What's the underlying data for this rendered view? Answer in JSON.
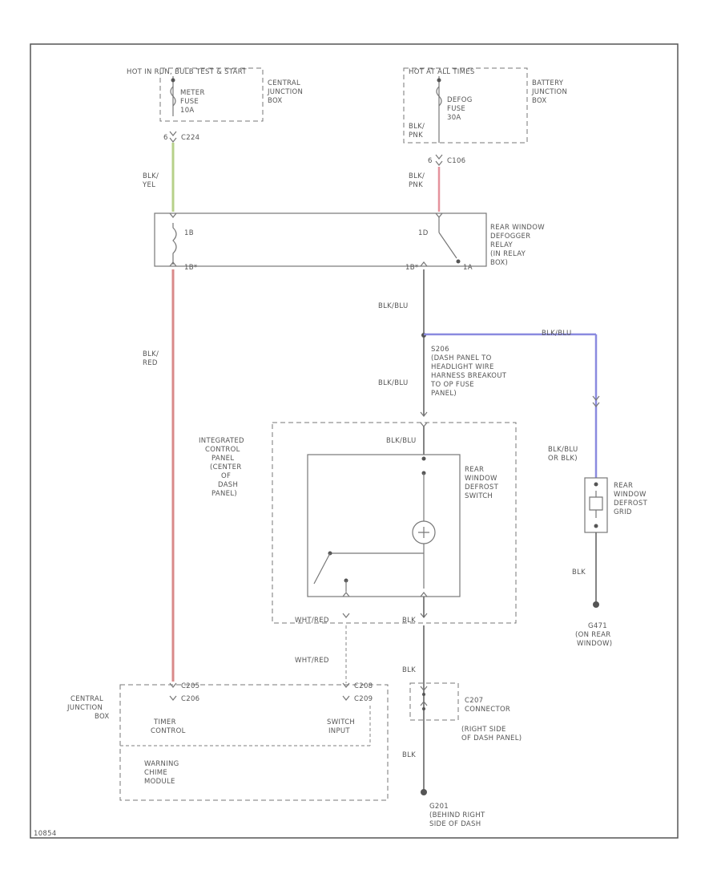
{
  "diagram_code": "10854",
  "sources": {
    "left_hot": "HOT IN RUN, BULB TEST & START",
    "right_hot": "HOT AT ALL TIMES"
  },
  "fuses": {
    "meter": [
      "METER",
      "FUSE",
      "10A"
    ],
    "defog": [
      "DEFOG",
      "FUSE",
      "30A"
    ]
  },
  "junction_boxes": {
    "central_top": [
      "CENTRAL",
      "JUNCTION",
      "BOX"
    ],
    "battery": [
      "BATTERY",
      "JUNCTION",
      "BOX"
    ],
    "central_bottom": [
      "CENTRAL",
      "JUNCTION",
      "BOX"
    ]
  },
  "connectors": {
    "c224": "C224",
    "c106": "C106",
    "c208": "C208",
    "c209": "C209",
    "c205": "C205",
    "c206": "C206",
    "c207": "C207"
  },
  "pins": {
    "p6a": "6",
    "p6b": "6",
    "relay_left": "1B",
    "relay_left_bottom": "1B*",
    "relay_right": "1D",
    "relay_right_bottom": "1B*",
    "relay_far_right": "1A"
  },
  "relay": [
    "REAR WINDOW",
    "DEFOGGER",
    "RELAY",
    "(IN RELAY",
    "BOX)"
  ],
  "wire_colors": {
    "blk_yel": [
      "BLK/",
      "YEL"
    ],
    "blk_pnk": [
      "BLK/",
      "PNK"
    ],
    "blk_pnk_upper": [
      "BLK/",
      "PNK"
    ],
    "blk_red": [
      "BLK/",
      "RED"
    ],
    "blk_blu_1": "BLK/BLU",
    "blk_blu_2": "BLK/BLU",
    "blk_blu_3": "BLK/BLU",
    "blk_blu_horizontal": "BLK/BLU",
    "blk_blu_right": [
      "BLK/BLU",
      "OR BLK)"
    ],
    "blk_right": "BLK",
    "wht_red": "WHT/RED",
    "wht_red_2": "WHT/RED",
    "blk_1": "BLK",
    "blk_2": "BLK",
    "blk_3": "BLK"
  },
  "splice": [
    "S206",
    "(DASH PANEL TO",
    "HEADLIGHT WIRE",
    "HARNESS BREAKOUT",
    "TO OP FUSE",
    "PANEL)"
  ],
  "integrated_panel": [
    "INTEGRATED",
    "CONTROL",
    "PANEL",
    "(CENTER",
    "OF",
    "DASH",
    "PANEL)"
  ],
  "defrost_switch": [
    "REAR",
    "WINDOW",
    "DEFROST",
    "SWITCH"
  ],
  "defrost_grid": [
    "REAR",
    "WINDOW",
    "DEFROST",
    "GRID"
  ],
  "ground_right": [
    "G471",
    "(ON REAR",
    "WINDOW)"
  ],
  "connector_right": [
    "C207",
    "CONNECTOR"
  ],
  "connector_right_loc": [
    "(RIGHT SIDE",
    "OF DASH PANEL)"
  ],
  "ground_bottom": [
    "G201",
    "(BEHIND RIGHT",
    "SIDE OF DASH"
  ],
  "chime_module": {
    "timer": [
      "TIMER",
      "CONTROL"
    ],
    "switch": [
      "SWITCH",
      "INPUT"
    ],
    "name": [
      "WARNING",
      "CHIME",
      "MODULE"
    ]
  }
}
